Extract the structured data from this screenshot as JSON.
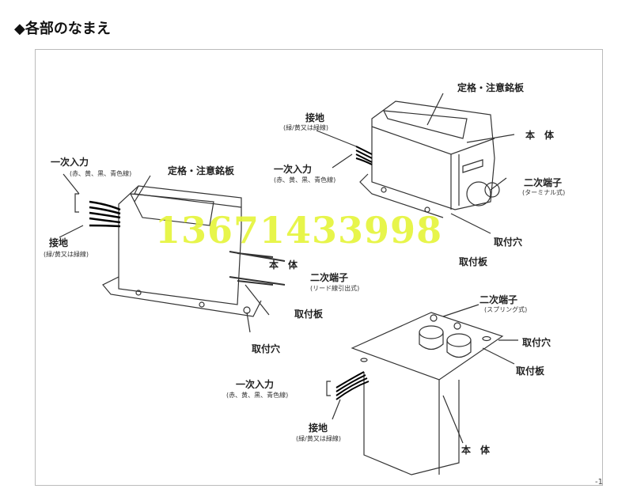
{
  "heading": "◆各部のなまえ",
  "unit_a": {
    "nameplate": "定格・注意銘板",
    "ground": "接地",
    "ground_sub": "(緑/黄又は緑線)",
    "primary": "一次入力",
    "primary_sub": "(赤、黄、黒、青色線)",
    "body": "本　体",
    "secondary": "二次端子",
    "secondary_sub": "(リード線引出式)",
    "plate": "取付板",
    "hole": "取付穴"
  },
  "unit_b": {
    "nameplate": "定格・注意銘板",
    "ground": "接地",
    "ground_sub": "(緑/黄又は緑線)",
    "primary": "一次入力",
    "primary_sub": "(赤、黄、黒、青色線)",
    "body": "本　体",
    "secondary": "二次端子",
    "secondary_sub": "(ターミナル式)",
    "hole": "取付穴",
    "plate": "取付板"
  },
  "unit_c": {
    "secondary": "二次端子",
    "secondary_sub": "(スプリング式)",
    "hole": "取付穴",
    "plate": "取付板",
    "primary": "一次入力",
    "primary_sub": "(赤、黄、黒、青色線)",
    "ground": "接地",
    "ground_sub": "(緑/黄又は緑線)",
    "body": "本　体"
  },
  "watermark": "13671433998",
  "page_mark": "-1"
}
